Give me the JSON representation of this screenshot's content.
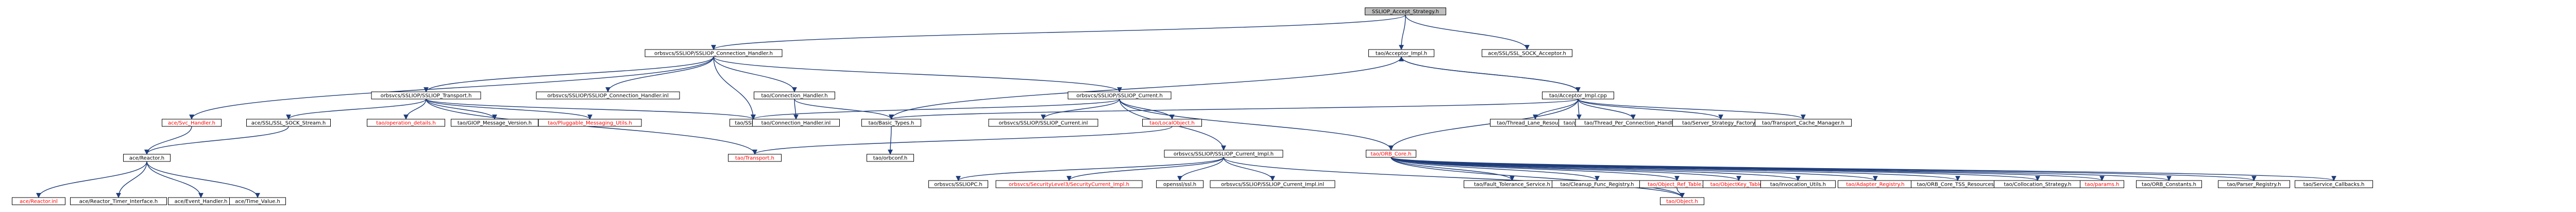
{
  "colors": {
    "normal_text": "#000000",
    "missing_text": "#ff0000",
    "edge": "#1f3d7a",
    "root_fill": "#bfbfbf",
    "node_fill": "#ffffff"
  },
  "graph": {
    "nodes": [
      {
        "id": "root",
        "label": "SSLIOP_Accept_Strategy.h",
        "root": true
      },
      {
        "id": "conn_h",
        "label": "orbsvcs/SSLIOP/SSLIOP_Connection_Handler.h"
      },
      {
        "id": "acc_impl_h",
        "label": "tao/Acceptor_Impl.h"
      },
      {
        "id": "ace_sock_acc",
        "label": "ace/SSL/SSL_SOCK_Acceptor.h"
      },
      {
        "id": "transport_h",
        "label": "orbsvcs/SSLIOP/SSLIOP_Transport.h"
      },
      {
        "id": "conn_handler_inl",
        "label": "orbsvcs/SSLIOP/SSLIOP_Connection_Handler.inl"
      },
      {
        "id": "ssliop_h",
        "label": "tao/SSLIOPC.h"
      },
      {
        "id": "tao_conn_handler",
        "label": "tao/Connection_Handler.h"
      },
      {
        "id": "current_h",
        "label": "orbsvcs/SSLIOP/SSLIOP_Current.h"
      },
      {
        "id": "acc_impl_cpp",
        "label": "tao/Acceptor_Impl.cpp"
      },
      {
        "id": "svc_handler",
        "label": "ace/Svc_Handler.h",
        "missing": true
      },
      {
        "id": "ssl_sock_stream",
        "label": "ace/SSL/SSL_SOCK_Stream.h"
      },
      {
        "id": "op_details",
        "label": "tao/operation_details.h",
        "missing": true
      },
      {
        "id": "giop_msg_ver",
        "label": "tao/GIOP_Message_Version.h"
      },
      {
        "id": "pluggable_utils",
        "label": "tao/Pluggable_Messaging_Utils.h",
        "missing": true
      },
      {
        "id": "connection_handler_inl",
        "label": "tao/Connection_Handler.inl"
      },
      {
        "id": "basic_types",
        "label": "tao/Basic_Types.h"
      },
      {
        "id": "current_inl",
        "label": "orbsvcs/SSLIOP/SSLIOP_Current.inl"
      },
      {
        "id": "local_object",
        "label": "tao/LocalObject.h",
        "missing": true
      },
      {
        "id": "current_impl_h",
        "label": "orbsvcs/SSLIOP/SSLIOP_Current_Impl.h"
      },
      {
        "id": "orb_core",
        "label": "tao/ORB_Core.h",
        "missing": true
      },
      {
        "id": "thread_lane",
        "label": "tao/Thread_Lane_Resources.h"
      },
      {
        "id": "debug_h",
        "label": "tao/debug.h"
      },
      {
        "id": "thread_per_conn",
        "label": "tao/Thread_Per_Connection_Handler.h"
      },
      {
        "id": "server_strategy",
        "label": "tao/Server_Strategy_Factory.h"
      },
      {
        "id": "transport_cache",
        "label": "tao/Transport_Cache_Manager.h"
      },
      {
        "id": "reactor",
        "label": "ace/Reactor.h"
      },
      {
        "id": "tao_transport",
        "label": "tao/Transport.h",
        "missing": true
      },
      {
        "id": "taosysconf",
        "label": "tao/orbconf.h"
      },
      {
        "id": "orbsvcs_sslioc",
        "label": "orbsvcs/SSLIOPC.h"
      },
      {
        "id": "security_ssl3",
        "label": "orbsvcs/SecurityLevel3/SecurityCurrent_Impl.h",
        "missing": true
      },
      {
        "id": "openssl",
        "label": "openssl/ssl.h"
      },
      {
        "id": "current_impl_inl",
        "label": "orbsvcs/SSLIOP/SSLIOP_Current_Impl.inl"
      },
      {
        "id": "fault_tol",
        "label": "tao/Fault_Tolerance_Service.h"
      },
      {
        "id": "cleanup_func",
        "label": "tao/Cleanup_Func_Registry.h"
      },
      {
        "id": "obj_ref_table",
        "label": "tao/Object_Ref_Table.h",
        "missing": true
      },
      {
        "id": "objkey_table",
        "label": "tao/ObjectKey_Table.h",
        "missing": true
      },
      {
        "id": "invocation_utils",
        "label": "tao/Invocation_Utils.h"
      },
      {
        "id": "adapter_registry",
        "label": "tao/Adapter_Registry.h",
        "missing": true
      },
      {
        "id": "orb_core_tss",
        "label": "tao/ORB_Core_TSS_Resources.h"
      },
      {
        "id": "collocation",
        "label": "tao/Collocation_Strategy.h"
      },
      {
        "id": "params_h",
        "label": "tao/params.h",
        "missing": true
      },
      {
        "id": "orb_constants",
        "label": "tao/ORB_Constants.h"
      },
      {
        "id": "parser_registry",
        "label": "tao/Parser_Registry.h"
      },
      {
        "id": "service_callbacks",
        "label": "tao/Service_Callbacks.h"
      },
      {
        "id": "ace_reactor_inl",
        "label": "ace/Reactor.inl",
        "missing": true
      },
      {
        "id": "reactor_timer",
        "label": "ace/Reactor_Timer_Interface.h"
      },
      {
        "id": "event_handler",
        "label": "ace/Event_Handler.h"
      },
      {
        "id": "time_value",
        "label": "ace/Time_Value.h"
      },
      {
        "id": "object_h",
        "label": "tao/Object.h",
        "missing": true
      }
    ],
    "edges": [
      [
        "root",
        "conn_h"
      ],
      [
        "root",
        "acc_impl_h"
      ],
      [
        "root",
        "ace_sock_acc"
      ],
      [
        "conn_h",
        "svc_handler"
      ],
      [
        "conn_h",
        "transport_h"
      ],
      [
        "conn_h",
        "conn_handler_inl"
      ],
      [
        "conn_h",
        "ssliop_h"
      ],
      [
        "conn_h",
        "tao_conn_handler"
      ],
      [
        "conn_h",
        "current_h"
      ],
      [
        "acc_impl_h",
        "acc_impl_cpp"
      ],
      [
        "acc_impl_h",
        "basic_types"
      ],
      [
        "acc_impl_cpp",
        "acc_impl_h"
      ],
      [
        "transport_h",
        "ssl_sock_stream"
      ],
      [
        "transport_h",
        "op_details"
      ],
      [
        "transport_h",
        "giop_msg_ver"
      ],
      [
        "transport_h",
        "pluggable_utils"
      ],
      [
        "transport_h",
        "ssliop_h"
      ],
      [
        "transport_h",
        "tao_transport"
      ],
      [
        "tao_conn_handler",
        "connection_handler_inl"
      ],
      [
        "tao_conn_handler",
        "basic_types"
      ],
      [
        "current_h",
        "current_inl"
      ],
      [
        "current_h",
        "local_object"
      ],
      [
        "current_h",
        "current_impl_h"
      ],
      [
        "current_h",
        "orb_core"
      ],
      [
        "current_h",
        "ssliop_h"
      ],
      [
        "acc_impl_cpp",
        "thread_lane"
      ],
      [
        "acc_impl_cpp",
        "debug_h"
      ],
      [
        "acc_impl_cpp",
        "thread_per_conn"
      ],
      [
        "acc_impl_cpp",
        "server_strategy"
      ],
      [
        "acc_impl_cpp",
        "transport_cache"
      ],
      [
        "acc_impl_cpp",
        "orb_core"
      ],
      [
        "acc_impl_cpp",
        "basic_types"
      ],
      [
        "svc_handler",
        "reactor"
      ],
      [
        "ssl_sock_stream",
        "reactor"
      ],
      [
        "basic_types",
        "taosysconf"
      ],
      [
        "local_object",
        "tao_transport"
      ],
      [
        "current_impl_h",
        "orbsvcs_sslioc"
      ],
      [
        "current_impl_h",
        "security_ssl3"
      ],
      [
        "current_impl_h",
        "openssl"
      ],
      [
        "current_impl_h",
        "current_impl_inl"
      ],
      [
        "current_impl_h",
        "object_h"
      ],
      [
        "orb_core",
        "fault_tol"
      ],
      [
        "orb_core",
        "cleanup_func"
      ],
      [
        "orb_core",
        "obj_ref_table"
      ],
      [
        "orb_core",
        "objkey_table"
      ],
      [
        "orb_core",
        "invocation_utils"
      ],
      [
        "orb_core",
        "adapter_registry"
      ],
      [
        "orb_core",
        "orb_core_tss"
      ],
      [
        "orb_core",
        "collocation"
      ],
      [
        "orb_core",
        "params_h"
      ],
      [
        "orb_core",
        "orb_constants"
      ],
      [
        "orb_core",
        "parser_registry"
      ],
      [
        "orb_core",
        "service_callbacks"
      ],
      [
        "orb_core",
        "object_h"
      ],
      [
        "obj_ref_table",
        "object_h"
      ],
      [
        "reactor",
        "ace_reactor_inl"
      ],
      [
        "reactor",
        "reactor_timer"
      ],
      [
        "reactor",
        "event_handler"
      ],
      [
        "reactor",
        "time_value"
      ]
    ]
  }
}
